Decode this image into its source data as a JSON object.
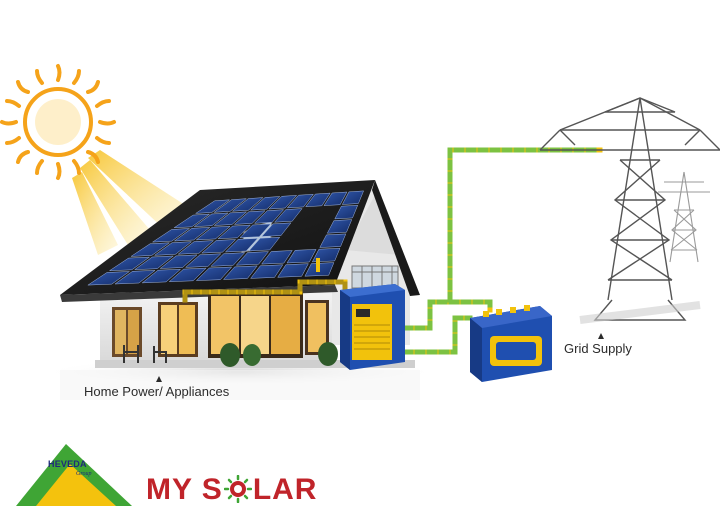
{
  "labels": {
    "home": "Home Power/ Appliances",
    "grid": "Grid Supply"
  },
  "branding": {
    "group_name": "HEVEDA",
    "group_suffix": "Group",
    "product_left": "MY S",
    "product_right": "LAR"
  },
  "colors": {
    "sun": "#f5a31a",
    "panel": "#1e3a8a",
    "wire_yellow": "#f2c20c",
    "wire_green": "#7cc242",
    "inverter": "#1f4fb0",
    "brand_red": "#c0242a",
    "brand_green": "#3fa535",
    "brand_yellow": "#f4c20d"
  },
  "icons": [
    "sun-icon",
    "solar-panel-icon",
    "house-icon",
    "inverter-icon",
    "battery-icon",
    "power-tower-icon"
  ]
}
